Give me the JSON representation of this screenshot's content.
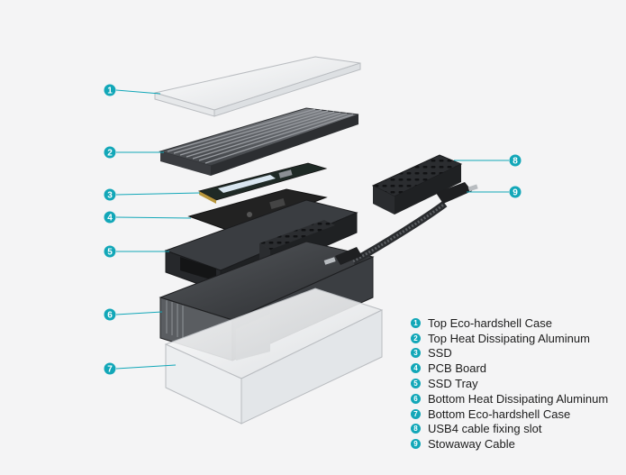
{
  "accent_color": "#12a7b8",
  "callouts": [
    "1",
    "2",
    "3",
    "4",
    "5",
    "6",
    "7",
    "8",
    "9"
  ],
  "legend": [
    {
      "num": "1",
      "label": "Top Eco-hardshell Case"
    },
    {
      "num": "2",
      "label": "Top Heat Dissipating Aluminum"
    },
    {
      "num": "3",
      "label": "SSD"
    },
    {
      "num": "4",
      "label": "PCB Board"
    },
    {
      "num": "5",
      "label": "SSD Tray"
    },
    {
      "num": "6",
      "label": "Bottom Heat Dissipating Aluminum"
    },
    {
      "num": "7",
      "label": "Bottom Eco-hardshell Case"
    },
    {
      "num": "8",
      "label": "USB4 cable fixing slot"
    },
    {
      "num": "9",
      "label": "Stowaway Cable"
    }
  ]
}
